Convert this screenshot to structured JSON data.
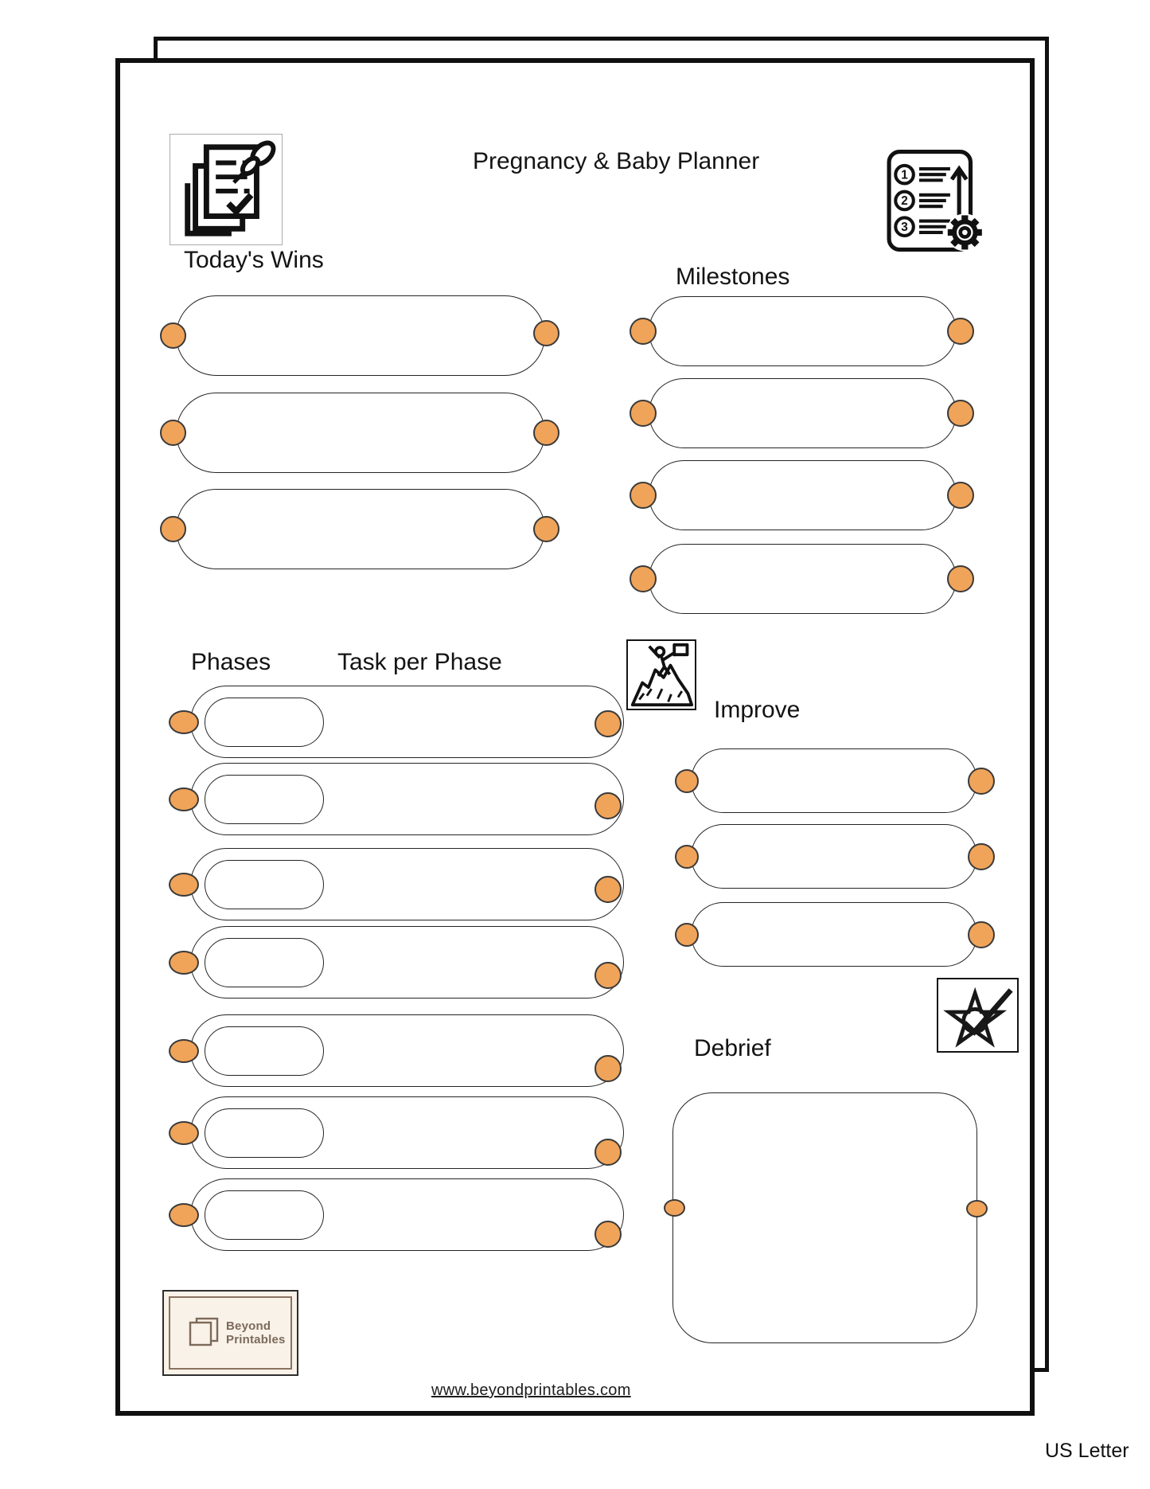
{
  "header": {
    "title": "Pregnancy & Baby Planner"
  },
  "sections": {
    "todays_wins": {
      "label": "Today's Wins",
      "slots": 3
    },
    "milestones": {
      "label": "Milestones",
      "slots": 4
    },
    "phases": {
      "label": "Phases",
      "tasks_label": "Task per Phase",
      "slots": 7
    },
    "improve": {
      "label": "Improve",
      "slots": 3
    },
    "debrief": {
      "label": "Debrief",
      "slots": 1
    }
  },
  "branding": {
    "logo_line1": "Beyond",
    "logo_line2": "Printables",
    "website": "www.beyondprintables.com"
  },
  "page_meta": {
    "paper_size": "US Letter"
  },
  "icons": {
    "header_left": "pinned-checklist-icon",
    "header_right": "numbered-list-gear-icon",
    "phases": "mountain-climber-icon",
    "debrief": "star-check-icon",
    "logo": "stacked-pages-icon"
  },
  "colors": {
    "accent": "#F0A45A",
    "dot_border": "#3A3A3A",
    "outline": "#242424",
    "logo_bg": "#F9F2E8",
    "logo_brown": "#7C6A5A"
  }
}
